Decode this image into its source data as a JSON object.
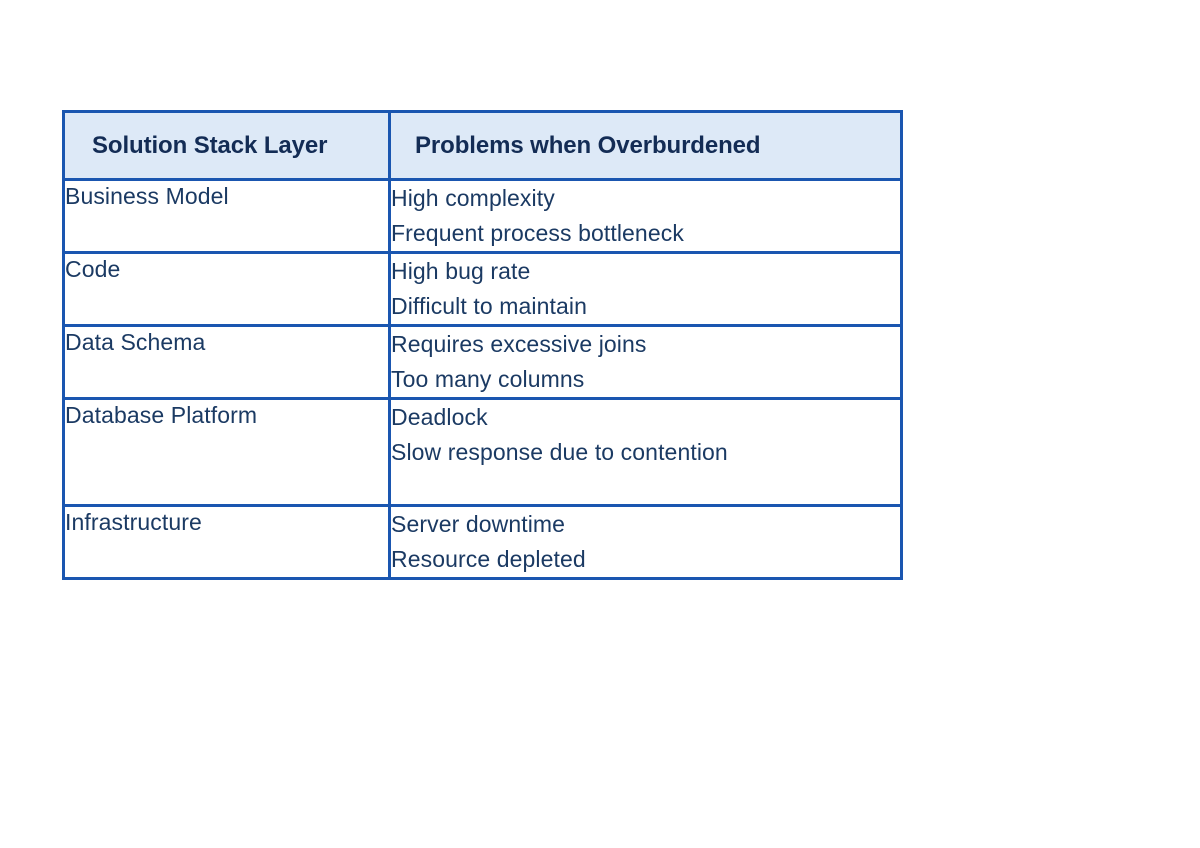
{
  "page": {
    "background_color": "#ffffff",
    "accent_border_color": "#1a56b0",
    "header_fill_color": "#dde9f7",
    "header_text_color": "#132c55",
    "body_text_color": "#1b3a63"
  },
  "table": {
    "columns": [
      {
        "key": "layer",
        "header": "Solution Stack Layer"
      },
      {
        "key": "problem",
        "header": "Problems when Overburdened"
      }
    ],
    "rows": [
      {
        "layer": "Business Model",
        "problems": [
          "High complexity",
          "Frequent process bottleneck"
        ]
      },
      {
        "layer": "Code",
        "problems": [
          "High bug rate",
          "Difficult to maintain"
        ]
      },
      {
        "layer": "Data Schema",
        "problems": [
          "Requires excessive joins",
          "Too many columns"
        ]
      },
      {
        "layer": "Database Platform",
        "problems": [
          "Deadlock",
          "Slow response due to contention"
        ]
      },
      {
        "layer": "Infrastructure",
        "problems": [
          "Server downtime",
          "Resource depleted"
        ]
      }
    ]
  }
}
